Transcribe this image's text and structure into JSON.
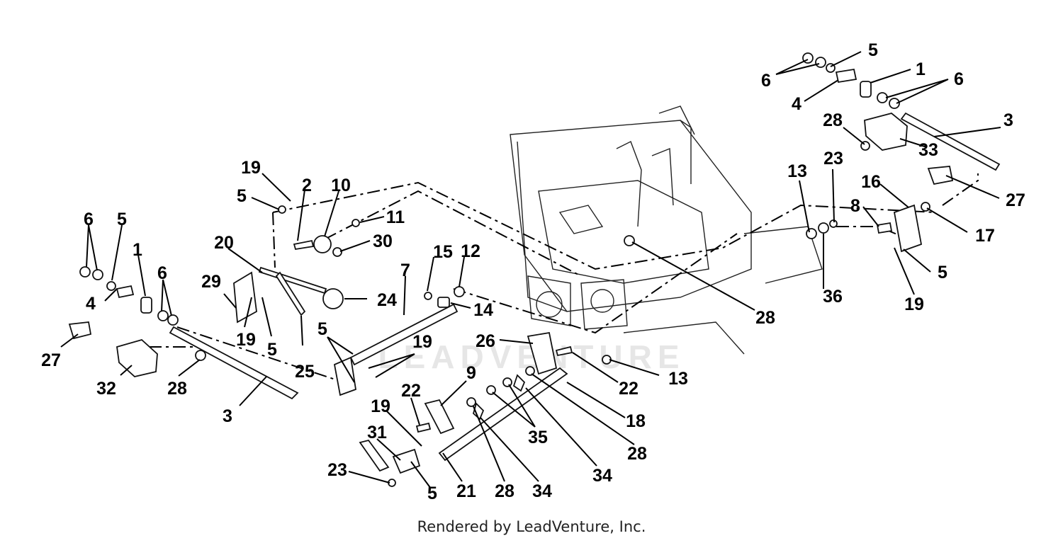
{
  "footer_text": "Rendered by LeadVenture, Inc.",
  "watermark": "LEADVENTURE",
  "callouts": [
    {
      "label": "6"
    },
    {
      "label": "5"
    },
    {
      "label": "1"
    },
    {
      "label": "6"
    },
    {
      "label": "4"
    },
    {
      "label": "28"
    },
    {
      "label": "3"
    },
    {
      "label": "33"
    },
    {
      "label": "23"
    },
    {
      "label": "13"
    },
    {
      "label": "16"
    },
    {
      "label": "8"
    },
    {
      "label": "27"
    },
    {
      "label": "17"
    },
    {
      "label": "5"
    },
    {
      "label": "19"
    },
    {
      "label": "36"
    },
    {
      "label": "28"
    },
    {
      "label": "19"
    },
    {
      "label": "2"
    },
    {
      "label": "10"
    },
    {
      "label": "5"
    },
    {
      "label": "11"
    },
    {
      "label": "30"
    },
    {
      "label": "6"
    },
    {
      "label": "5"
    },
    {
      "label": "20"
    },
    {
      "label": "1"
    },
    {
      "label": "29"
    },
    {
      "label": "15"
    },
    {
      "label": "12"
    },
    {
      "label": "7"
    },
    {
      "label": "4"
    },
    {
      "label": "24"
    },
    {
      "label": "6"
    },
    {
      "label": "14"
    },
    {
      "label": "19"
    },
    {
      "label": "5"
    },
    {
      "label": "25"
    },
    {
      "label": "27"
    },
    {
      "label": "5"
    },
    {
      "label": "19"
    },
    {
      "label": "26"
    },
    {
      "label": "32"
    },
    {
      "label": "28"
    },
    {
      "label": "22"
    },
    {
      "label": "13"
    },
    {
      "label": "9"
    },
    {
      "label": "3"
    },
    {
      "label": "22"
    },
    {
      "label": "18"
    },
    {
      "label": "19"
    },
    {
      "label": "35"
    },
    {
      "label": "31"
    },
    {
      "label": "28"
    },
    {
      "label": "23"
    },
    {
      "label": "21"
    },
    {
      "label": "28"
    },
    {
      "label": "34"
    },
    {
      "label": "34"
    },
    {
      "label": "5"
    }
  ]
}
